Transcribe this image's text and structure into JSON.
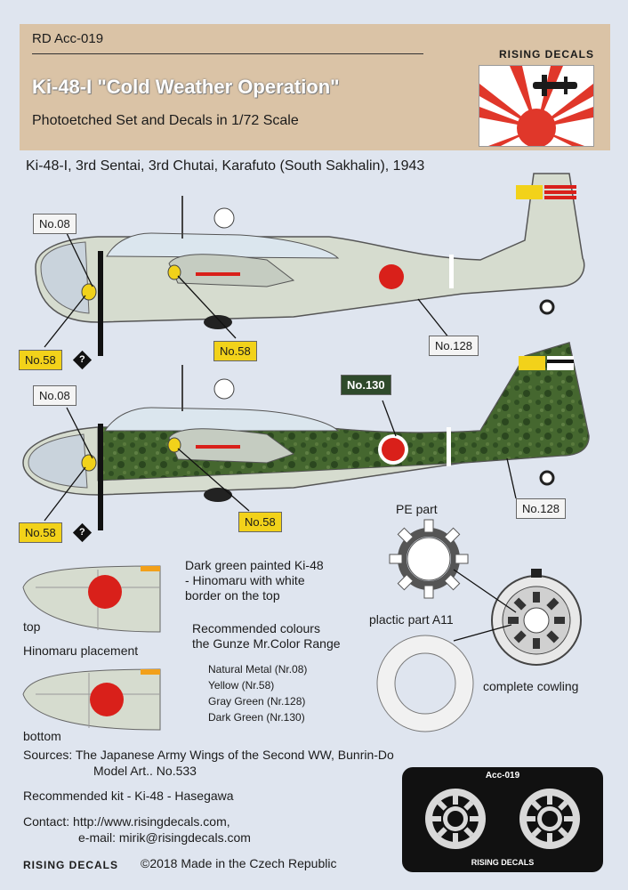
{
  "header": {
    "code": "RD Acc-019",
    "brand": "RISING DECALS",
    "title": "Ki-48-I \"Cold Weather Operation\"",
    "subtitle": "Photoetched Set and Decals in 1/72 Scale"
  },
  "aircraft_caption": "Ki-48-I, 3rd Sentai, 3rd Chutai, Karafuto (South Sakhalin), 1943",
  "labels": {
    "no08": "No.08",
    "no58": "No.58",
    "no128": "No.128",
    "no130": "No.130",
    "question": "?"
  },
  "pe": {
    "pe_part": "PE part",
    "plastic_part": "plactic part A11",
    "complete": "complete cowling"
  },
  "notes": {
    "dark_green_1": "Dark green painted Ki-48",
    "dark_green_2": "- Hinomaru with white",
    "dark_green_3": "border on the top",
    "top": "top",
    "hinomaru_placement": "Hinomaru placement",
    "bottom": "bottom",
    "rec_title_1": "Recommended colours",
    "rec_title_2": "the Gunze Mr.Color Range",
    "colours": [
      "Natural Metal (Nr.08)",
      "Yellow (Nr.58)",
      "Gray Green (Nr.128)",
      "Dark Green (Nr.130)"
    ]
  },
  "footer": {
    "sources_1": "Sources: The Japanese Army Wings of the Second WW, Bunrin-Do",
    "sources_2": "Model Art.. No.533",
    "kit": "Recommended kit - Ki-48 - Hasegawa",
    "contact_1": "Contact: http://www.risingdecals.com,",
    "contact_2": "e-mail: mirik@risingdecals.com",
    "brand": "RISING DECALS",
    "copyright": "©2018 Made in the Czech Republic",
    "pe_code": "Acc-019",
    "pe_brand": "RISING DECALS"
  },
  "colors": {
    "header_bg": "#dac3a6",
    "gray_green": "#d6dccf",
    "dark_green": "#3d5e2e",
    "hinomaru_red": "#d9201a",
    "yellow": "#f2d21a"
  }
}
